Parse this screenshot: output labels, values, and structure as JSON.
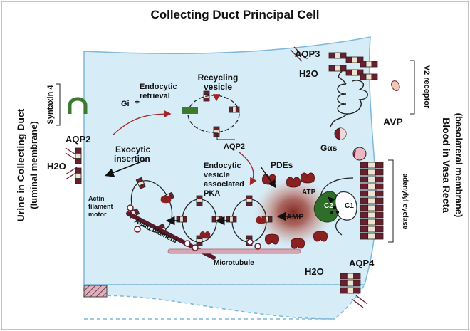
{
  "title": "Collecting Duct Principal Cell",
  "left_side": {
    "line1": "Urine in Collecting Duct",
    "line2": "(luminal membrane)"
  },
  "right_side": {
    "line1": "Blood in Vasa Recta",
    "line2": "(basolateral membrane)"
  },
  "labels": {
    "aqp3": "AQP3",
    "h2o_top": "H2O",
    "v2_receptor": "V2 receptor",
    "avp": "AVP",
    "syntaxin": "Syntaxin 4",
    "gi": "Gi",
    "plus": "+",
    "endocytic_retrieval_1": "Endocytic",
    "endocytic_retrieval_2": "retrieval",
    "recycling_1": "Recycling",
    "recycling_2": "vesicle",
    "aqp2_left": "AQP2",
    "aqp2_vesicle": "AQP2",
    "h2o_left": "H2O",
    "exocytic_1": "Exocytic",
    "exocytic_2": "insertion",
    "endo_pka_1": "Endocytic",
    "endo_pka_2": "vesicle",
    "endo_pka_3": "associated",
    "endo_pka_4": "PKA",
    "pdes": "PDEs",
    "gas": "Gαs",
    "atp": "ATP",
    "c2": "C2",
    "c1": "C1",
    "camp": "cAMP",
    "adenylyl_cyclase": "adenylyl cyclase",
    "actin_motor_1": "Actin",
    "actin_motor_2": "filament",
    "actin_motor_3": "motor",
    "actin_filament": "Actin filament",
    "microtubule": "Microtubule",
    "h2o_bottom": "H2O",
    "aqp4": "AQP4"
  },
  "colors": {
    "cell": "#d6ecf7",
    "membrane_edge": "#7fb7d9",
    "channel_dark": "#6b1e2e",
    "channel_light": "#ede3cf",
    "syntaxin": "#3c7a2e",
    "adenylyl": "#2f6e2a",
    "halo": "#8c2b22",
    "actin": "#5a1a2a",
    "microtubule": "#d7a6b2"
  }
}
